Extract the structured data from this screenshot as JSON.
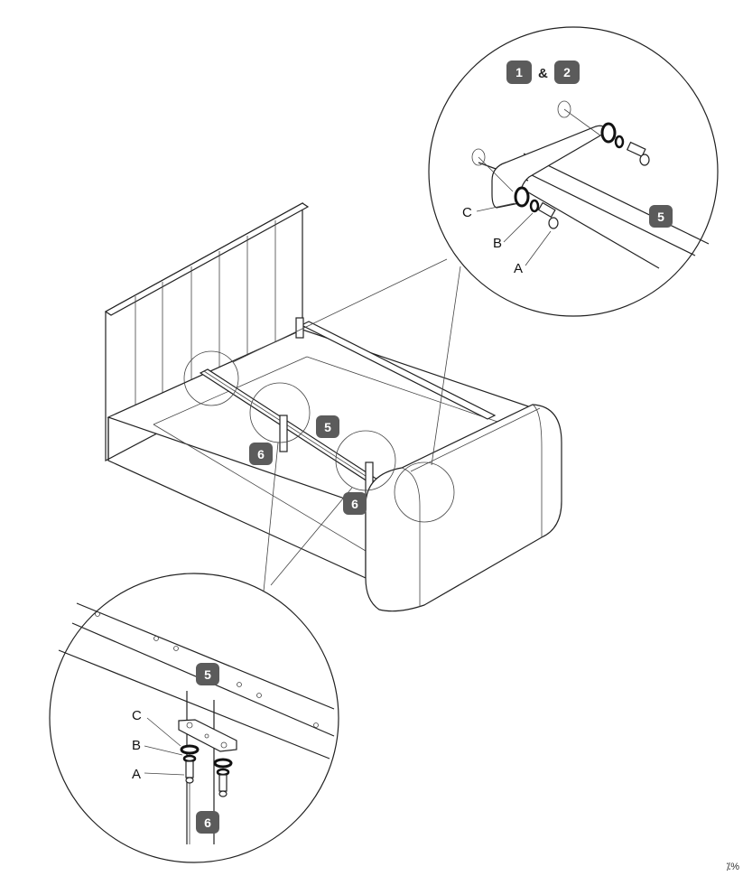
{
  "badges": {
    "step1": "1",
    "step2": "2",
    "amp": "&",
    "rail": "5",
    "leg": "6"
  },
  "labels": {
    "a": "A",
    "b": "B",
    "c": "C"
  },
  "corner_mark": "⁒%",
  "colors": {
    "badge_fill": "#5b5b5b",
    "line": "#222222"
  }
}
